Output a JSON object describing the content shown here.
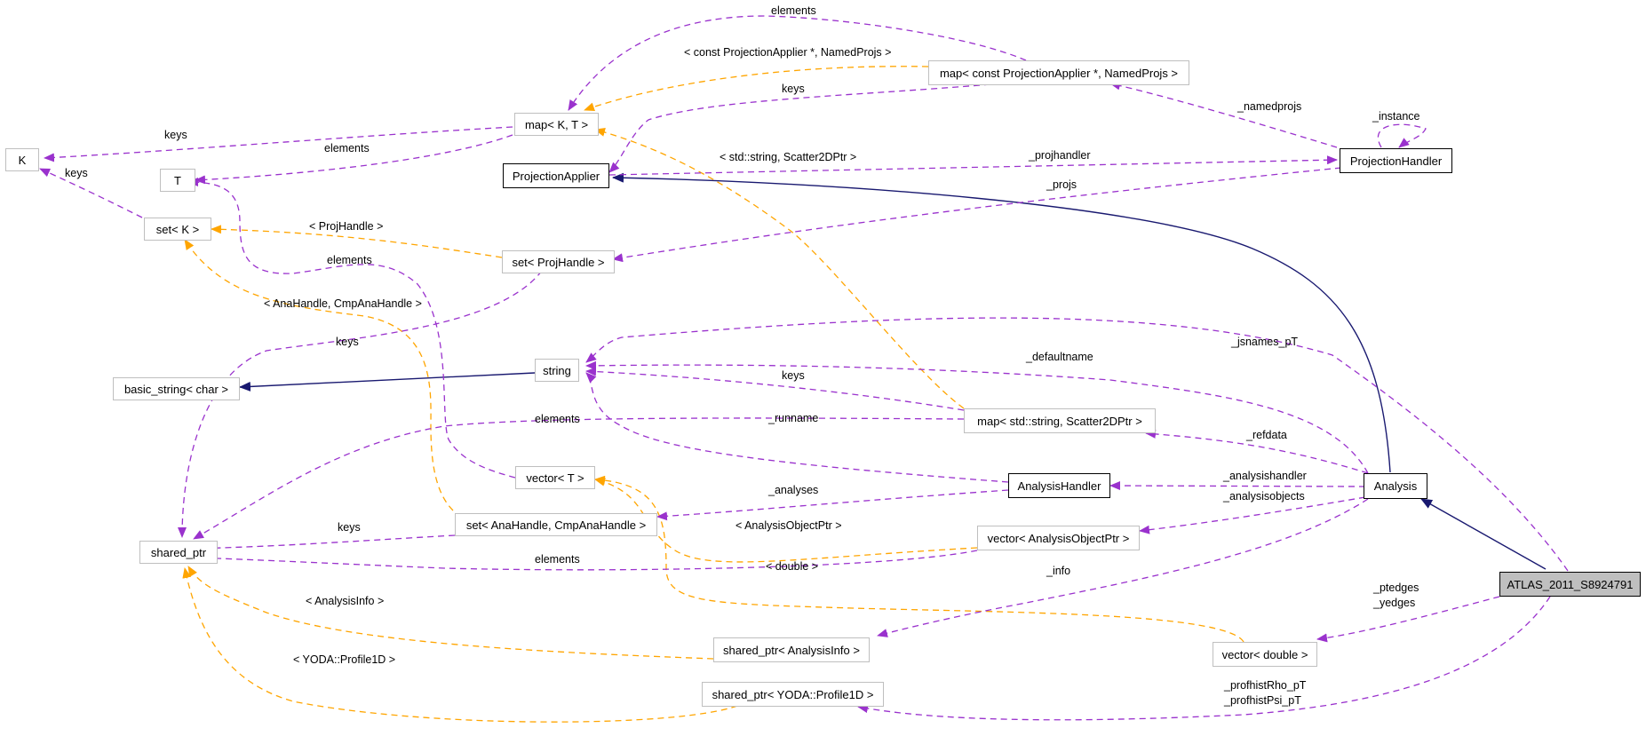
{
  "nodes": {
    "K": "K",
    "T": "T",
    "set_K": "set< K >",
    "basic_string": "basic_string< char >",
    "shared_ptr": "shared_ptr",
    "map_KT": "map< K, T >",
    "ProjectionApplier": "ProjectionApplier",
    "set_ProjHandle": "set< ProjHandle >",
    "string": "string",
    "vector_T": "vector< T >",
    "set_AnaHandle": "set< AnaHandle, CmpAnaHandle >",
    "shared_ptr_AnalysisInfo": "shared_ptr< AnalysisInfo >",
    "shared_ptr_Profile1D": "shared_ptr< YODA::Profile1D >",
    "map_constPA": "map< const ProjectionApplier *, NamedProjs >",
    "map_string_S2D": "map< std::string, Scatter2DPtr >",
    "AnalysisHandler": "AnalysisHandler",
    "vector_AOP": "vector< AnalysisObjectPtr >",
    "vector_double": "vector< double >",
    "ProjectionHandler": "ProjectionHandler",
    "Analysis": "Analysis",
    "ATLAS": "ATLAS_2011_S8924791"
  },
  "edge_labels": {
    "elements_top": "elements",
    "const_pa_namedprojs": "< const ProjectionApplier *, NamedProjs >",
    "keys_mapK": "keys",
    "keys_mapPA": "keys",
    "elements_T": "elements",
    "keys_setK": "keys",
    "namedprojs": "_namedprojs",
    "instance": "_instance",
    "std_string_s2d": "< std::string, Scatter2DPtr >",
    "projhandler": "_projhandler",
    "projs": "_projs",
    "projhandle": "< ProjHandle >",
    "elements_vecT": "elements",
    "anahandle": "< AnaHandle, CmpAnaHandle >",
    "keys_sp": "keys",
    "jsnames_pT": "_jsnames_pT",
    "defaultname": "_defaultname",
    "keys_mapS": "keys",
    "elements_sp": "elements",
    "runname": "_runname",
    "refdata": "_refdata",
    "analysishandler": "_analysishandler",
    "analyses": "_analyses",
    "analysisobjects": "_analysisobjects",
    "analysisobjectptr": "< AnalysisObjectPtr >",
    "keys_sp2": "keys",
    "elements_sp2": "elements",
    "double": "< double >",
    "info": "_info",
    "analysisinfo": "< AnalysisInfo >",
    "ptedges": "_ptedges",
    "yedges": "_yedges",
    "profile1d": "< YODA::Profile1D >",
    "profhistRho": "_profhistRho_pT",
    "profhistPsi": "_profhistPsi_pT"
  },
  "colors": {
    "usage_edge": "#9a32cd",
    "template_edge": "#ffa500",
    "inheritance_edge": "#191970",
    "grey_border": "#bfbfbf",
    "focus_fill": "#bfbfbf"
  }
}
